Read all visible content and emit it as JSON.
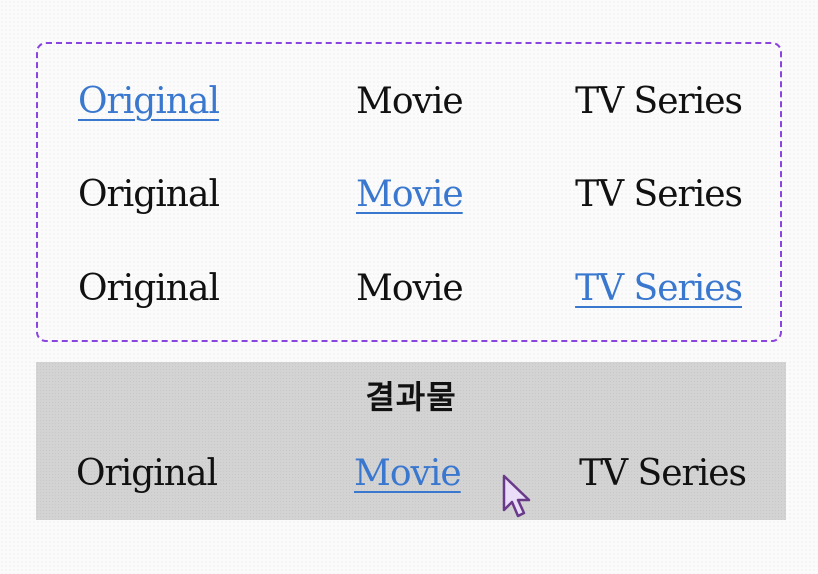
{
  "demo": {
    "rows": [
      {
        "tabs": [
          "Original",
          "Movie",
          "TV Series"
        ],
        "active_index": 0
      },
      {
        "tabs": [
          "Original",
          "Movie",
          "TV Series"
        ],
        "active_index": 1
      },
      {
        "tabs": [
          "Original",
          "Movie",
          "TV Series"
        ],
        "active_index": 2
      }
    ]
  },
  "result": {
    "title": "결과물",
    "tabs": [
      "Original",
      "Movie",
      "TV Series"
    ],
    "active_index": 1
  },
  "colors": {
    "dashed_border": "#8a44e0",
    "active_link": "#3a78d0",
    "text": "#111111",
    "result_background": "#d3d3d3",
    "cursor_fill": "#e9ddf7",
    "cursor_stroke": "#6a3a8a"
  },
  "icons": {
    "pointer": "mouse-pointer-icon"
  }
}
